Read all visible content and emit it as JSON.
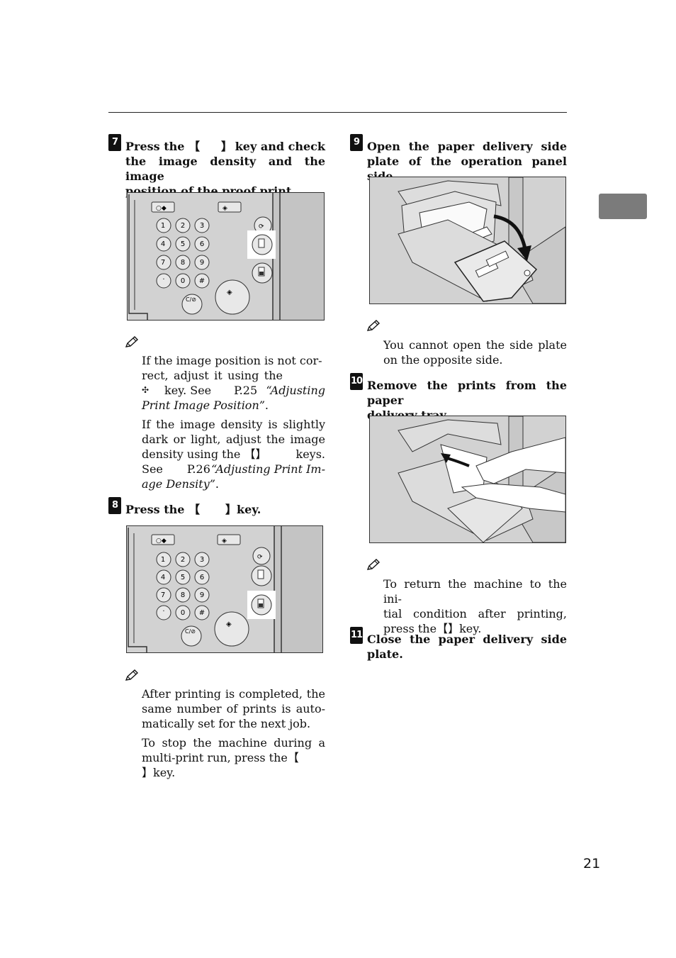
{
  "page_number": "21",
  "colors": {
    "tab": "#7b7b7b",
    "figure_bg": "#d2d2d2"
  },
  "step7": {
    "badge": "7",
    "heading_l1a": "Press the",
    "bracket_open": "【",
    "bracket_close": "】",
    "heading_l1b": "key and check",
    "heading_l2": "the image density and the image",
    "heading_l3": "position of the proof print.",
    "note_p1_l1": "If the image position is not cor-",
    "note_p1_l2": "rect, adjust it using the",
    "note_p1_l3a": "key. See",
    "note_p1_l3b": "P.25",
    "note_p1_l3c": "“Adjusting",
    "note_p1_l4": "Print Image Position”",
    "note_p1_l4end": ".",
    "note_p2_l1": "If the image density is slightly",
    "note_p2_l2": "dark or light, adjust the image",
    "note_p2_l3a": "density using the",
    "note_p2_l3b": "keys.",
    "note_p2_l4a": "See",
    "note_p2_l4b": "P.26",
    "note_p2_l4c": "“Adjusting Print Im-",
    "note_p2_l5": "age Density”",
    "note_p2_l5end": "."
  },
  "step8": {
    "badge": "8",
    "heading_a": "Press the",
    "heading_b": "key.",
    "note_p1_l1": "After printing is completed, the",
    "note_p1_l2": "same number of prints is auto-",
    "note_p1_l3": "matically set for the next job.",
    "note_p2_l1": "To stop the machine during a",
    "note_p2_l2": "multi-print run, press the",
    "note_p2_l3": "key."
  },
  "step9": {
    "badge": "9",
    "heading_l1": "Open the paper delivery side",
    "heading_l2": "plate of the operation panel side.",
    "note_l1": "You cannot open the side plate",
    "note_l2": "on the opposite side."
  },
  "step10": {
    "badge": "10",
    "heading_l1": "Remove the prints from the paper",
    "heading_l2": "delivery tray.",
    "note_l1": "To return the machine to the ini-",
    "note_l2": "tial condition after printing,",
    "note_l3a": "press the",
    "note_l3b": "key."
  },
  "step11": {
    "badge": "11",
    "heading_l1": "Close the paper delivery side",
    "heading_l2": "plate."
  },
  "keypad": {
    "keys": [
      "1",
      "2",
      "3",
      "4",
      "5",
      "6",
      "7",
      "8",
      "9",
      "·",
      "0",
      "#"
    ],
    "clear_label": "C/⊘"
  }
}
